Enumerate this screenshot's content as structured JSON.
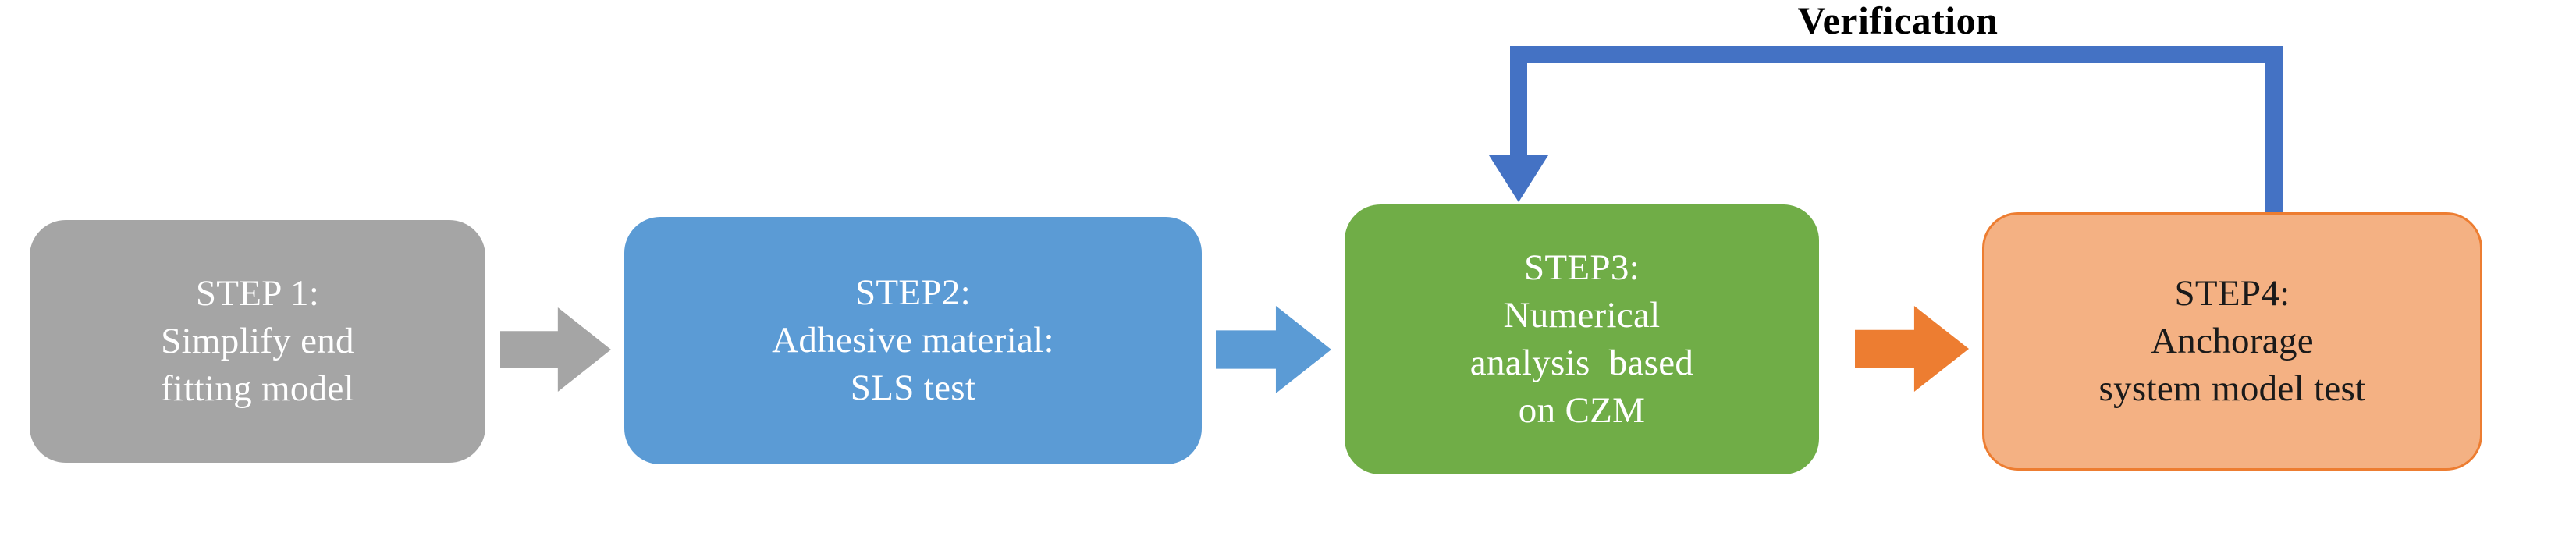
{
  "diagram": {
    "title": "Research workflow flowchart",
    "type": "flowchart",
    "orientation": "left-to-right",
    "steps": [
      {
        "id": "step1",
        "lines": [
          "STEP 1:",
          "Simplify end",
          "fitting model"
        ],
        "fill_color": "#A5A5A5",
        "text_color": "#FFFFFF"
      },
      {
        "id": "step2",
        "lines": [
          "STEP2:",
          "Adhesive material:",
          "SLS test"
        ],
        "fill_color": "#5B9BD5",
        "text_color": "#FFFFFF"
      },
      {
        "id": "step3",
        "lines": [
          "STEP3:",
          "Numerical",
          "analysis  based",
          "on CZM"
        ],
        "fill_color": "#70AD47",
        "text_color": "#FFFFFF"
      },
      {
        "id": "step4",
        "lines": [
          "STEP4:",
          "Anchorage",
          "system model test"
        ],
        "fill_color": "#F4B183",
        "border_color": "#ED7D31",
        "text_color": "#000000"
      }
    ],
    "connectors": [
      {
        "id": "arrow-1-2",
        "from": "step1",
        "to": "step2",
        "shape": "block-arrow-right",
        "color": "#A5A5A5"
      },
      {
        "id": "arrow-2-3",
        "from": "step2",
        "to": "step3",
        "shape": "block-arrow-right",
        "color": "#5B9BD5"
      },
      {
        "id": "arrow-3-4",
        "from": "step3",
        "to": "step4",
        "shape": "block-arrow-right",
        "color": "#ED7D31"
      }
    ],
    "feedback": {
      "label": "Verification",
      "from": "step4",
      "to": "step3",
      "color": "#4472C4",
      "label_color": "#000000"
    }
  }
}
